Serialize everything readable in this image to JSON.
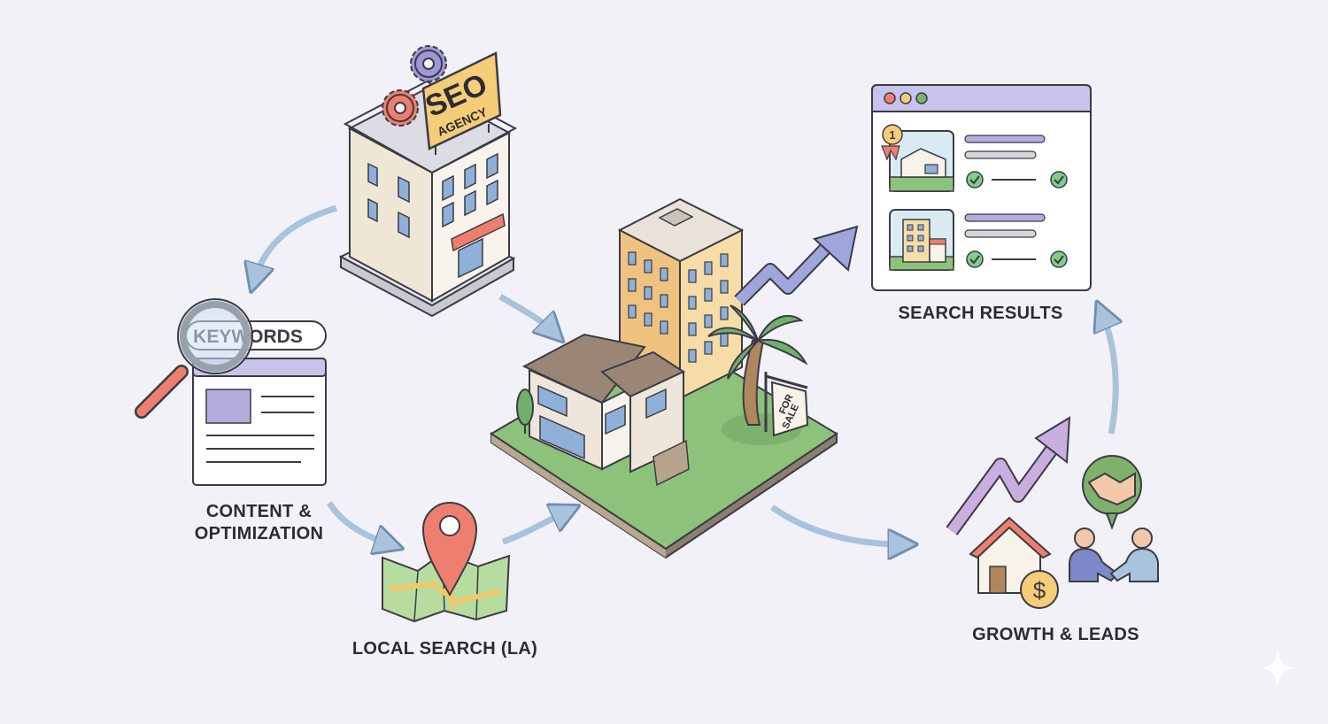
{
  "labels": {
    "content": "CONTENT &",
    "content_line2": "OPTIMIZATION",
    "local_search": "LOCAL SEARCH (LA)",
    "search_results": "SEARCH RESULTS",
    "growth_leads": "GROWTH & LEADS"
  },
  "sign": {
    "seo": "SEO",
    "agency": "AGENCY"
  },
  "keywords_tag": "KEYWORDS",
  "for_sale": {
    "line1": "FOR",
    "line2": "SALE"
  },
  "rank_badge": "1",
  "dollar": "$",
  "colors": {
    "background": "#f2f1f8",
    "outline": "#3b3b45",
    "accent_purple": "#b3acdd",
    "arrow_blue": "#a9c3dc",
    "check_green": "#4cae5b",
    "grass": "#8cc27a",
    "building_tan": "#f3d9a0",
    "pin_red": "#ee7f6e"
  },
  "icons": [
    "gear-icon",
    "magnifier-icon",
    "map-pin-icon",
    "trend-arrow-icon",
    "handshake-icon",
    "dollar-coin-icon",
    "house-icon",
    "browser-window-icon",
    "checkmark-icon",
    "medal-icon"
  ]
}
